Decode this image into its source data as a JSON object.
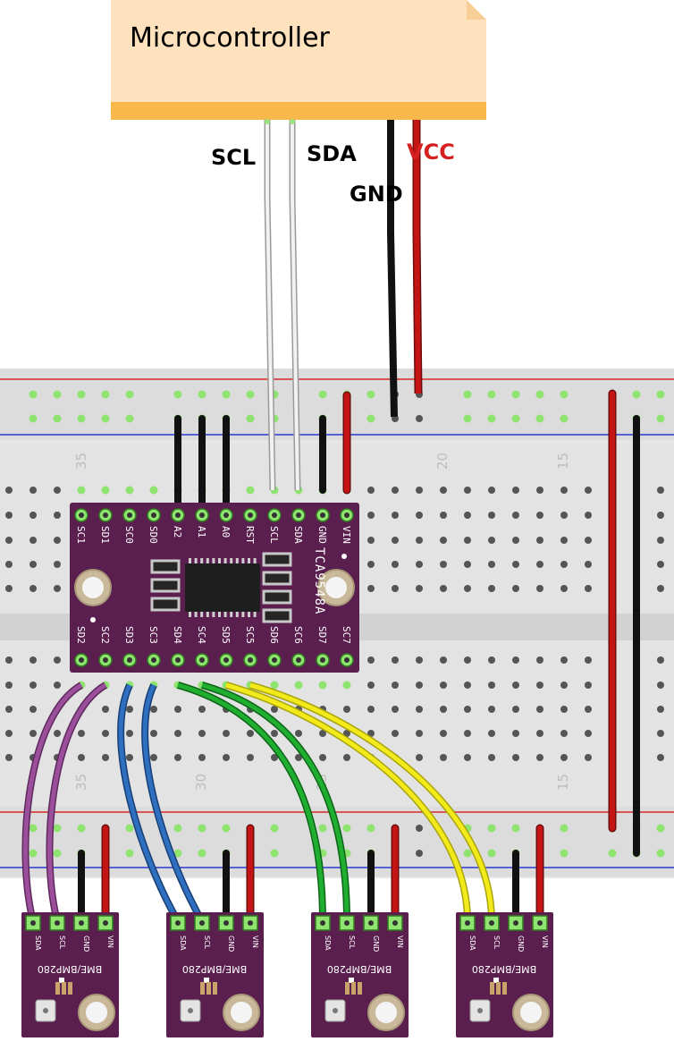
{
  "microcontroller": {
    "title": "Microcontroller"
  },
  "wire_labels": {
    "scl": "SCL",
    "sda": "SDA",
    "gnd": "GND",
    "vcc": "VCC"
  },
  "breadboard": {
    "column_numbers_top": [
      "35",
      "20",
      "15"
    ],
    "column_numbers_bottom": [
      "35",
      "30",
      "25",
      "15"
    ]
  },
  "mux": {
    "name": "TCA9548A",
    "top_pins": [
      "SC1",
      "SD1",
      "SC0",
      "SD0",
      "A2",
      "A1",
      "A0",
      "RST",
      "SCL",
      "SDA",
      "GND",
      "VIN"
    ],
    "bottom_pins": [
      "SD2",
      "SC2",
      "SD3",
      "SC3",
      "SD4",
      "SC4",
      "SD5",
      "SC5",
      "SD6",
      "SC6",
      "SD7",
      "SC7"
    ]
  },
  "sensors": [
    {
      "name": "BME/BMP280",
      "pins": [
        "SDA",
        "SCL",
        "GND",
        "VIN"
      ],
      "wire_color": "#9b4f9b"
    },
    {
      "name": "BME/BMP280",
      "pins": [
        "SDA",
        "SCL",
        "GND",
        "VIN"
      ],
      "wire_color": "#2f6fbf"
    },
    {
      "name": "BME/BMP280",
      "pins": [
        "SDA",
        "SCL",
        "GND",
        "VIN"
      ],
      "wire_color": "#1fae2f"
    },
    {
      "name": "BME/BMP280",
      "pins": [
        "SDA",
        "SCL",
        "GND",
        "VIN"
      ],
      "wire_color": "#f2ea1a"
    }
  ],
  "colors": {
    "board_purple": "#5b1f4f",
    "mcu_body": "#fde2bd",
    "mcu_strip": "#f9b84c",
    "power_red": "#c41414",
    "ground_black": "#1a1a1a",
    "i2c_white": "#d8d8d8"
  }
}
